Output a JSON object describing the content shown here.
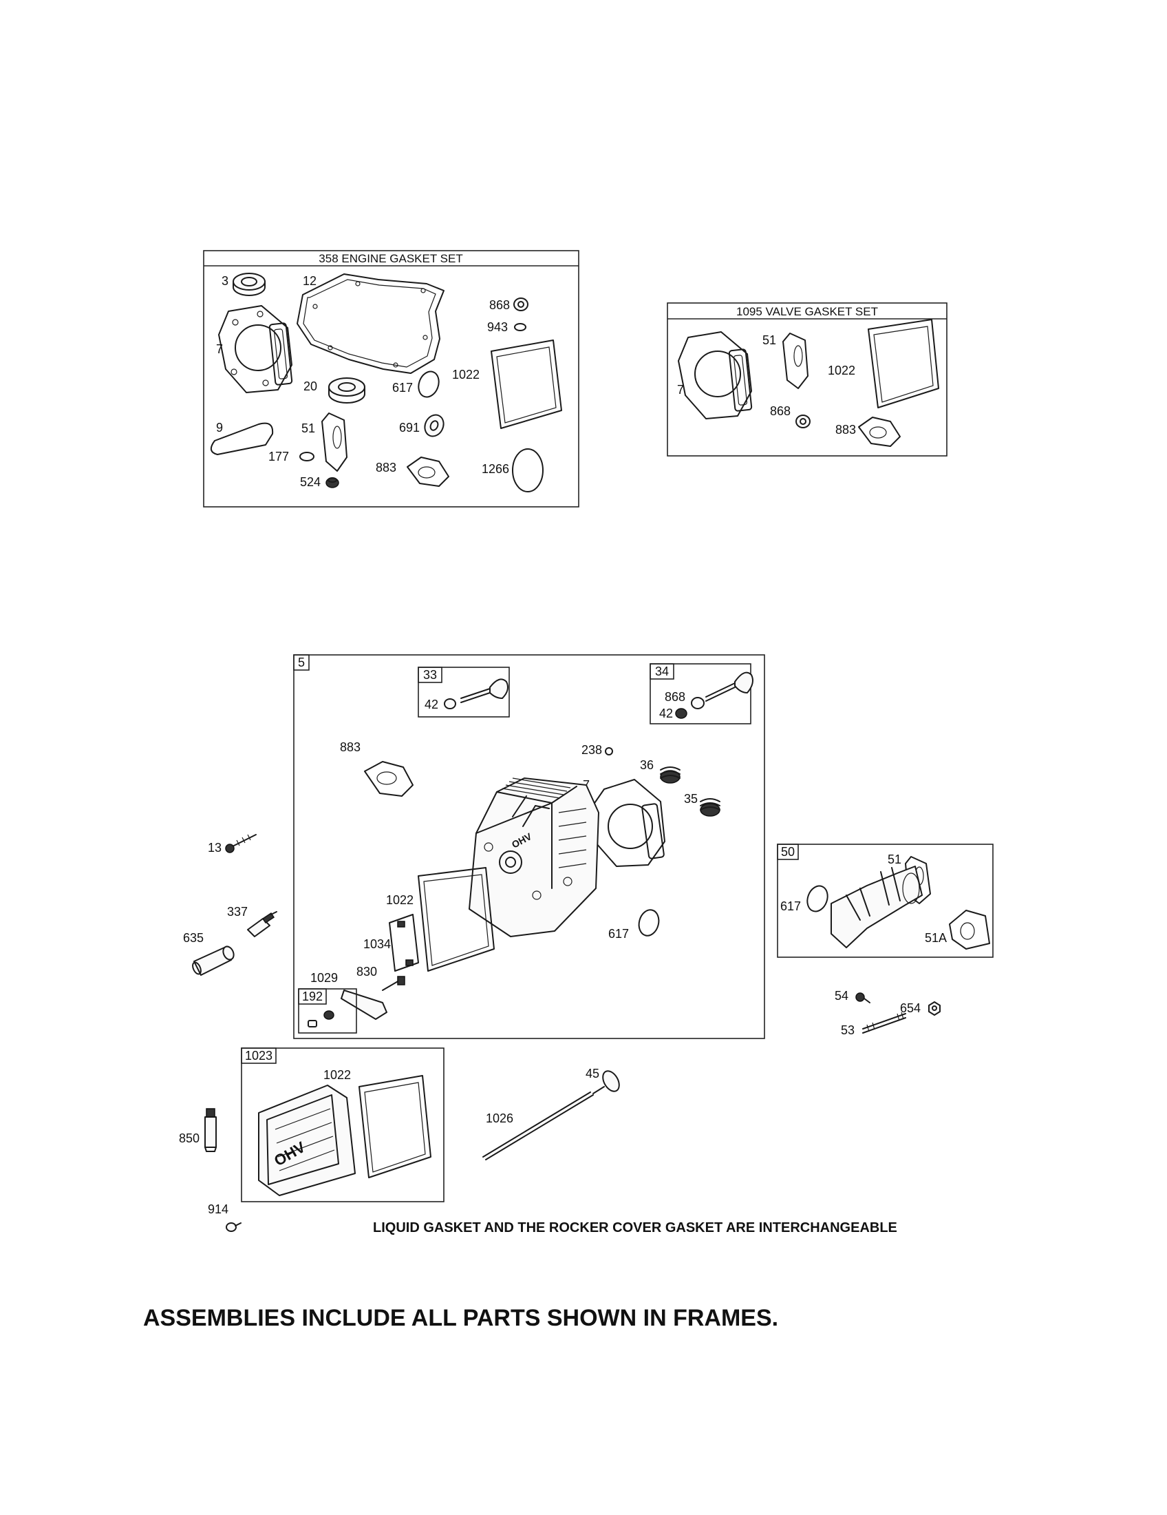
{
  "frames": {
    "engine_gasket_set": {
      "title": "358 ENGINE GASKET SET",
      "labels": [
        "3",
        "12",
        "868",
        "943",
        "7",
        "20",
        "617",
        "1022",
        "691",
        "9",
        "51",
        "177",
        "883",
        "1266",
        "524"
      ]
    },
    "valve_gasket_set": {
      "title": "1095 VALVE GASKET SET",
      "labels": [
        "51",
        "1022",
        "7",
        "868",
        "883"
      ]
    },
    "cylinder_head_assembly": {
      "tag": "5",
      "labels": [
        "883",
        "238",
        "36",
        "7",
        "35",
        "1022",
        "1034",
        "617",
        "830",
        "1029"
      ],
      "sub_frames": {
        "intake_valve": {
          "tag": "33",
          "labels": [
            "42"
          ]
        },
        "exhaust_valve": {
          "tag": "34",
          "labels": [
            "868",
            "42"
          ]
        },
        "breather": {
          "tag": "192"
        }
      }
    },
    "intake_elbow": {
      "tag": "50",
      "labels": [
        "51",
        "617",
        "51A"
      ]
    },
    "rocker_cover": {
      "tag": "1023",
      "labels": [
        "1022"
      ],
      "cover_lettering": "OHV"
    }
  },
  "loose_parts": {
    "labels": [
      "13",
      "337",
      "635",
      "54",
      "654",
      "53",
      "850",
      "914",
      "45",
      "1026"
    ]
  },
  "notes": {
    "liquid_gasket": "LIQUID GASKET AND THE ROCKER COVER GASKET ARE INTERCHANGEABLE",
    "assemblies": "ASSEMBLIES INCLUDE ALL PARTS SHOWN IN FRAMES."
  }
}
